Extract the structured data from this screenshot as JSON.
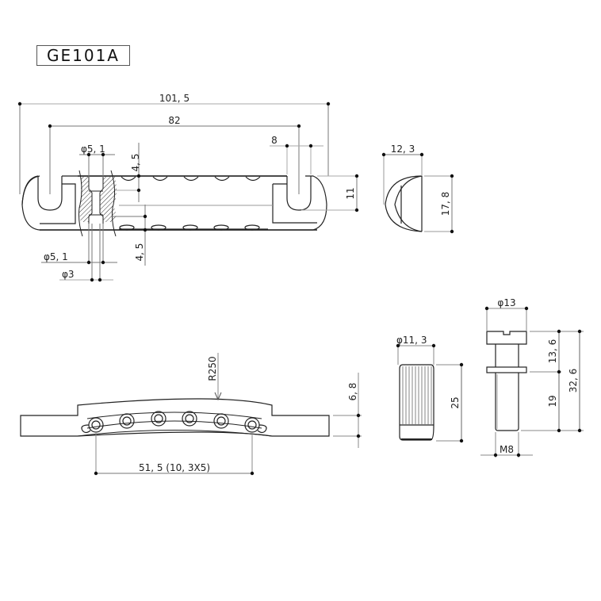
{
  "title": "GE101A",
  "top_view": {
    "overall_length": "101, 5",
    "stud_spacing": "82",
    "slot_width": "8",
    "slot_depth": "11",
    "hole_top_dia": "φ5, 1",
    "hole_bottom_dia": "φ5, 1",
    "hole_thru_dia": "φ3",
    "upper_offset": "4, 5",
    "lower_offset": "4, 5"
  },
  "end_view": {
    "width": "12, 3",
    "height": "17, 8"
  },
  "front_view": {
    "radius": "R250",
    "height": "6, 8",
    "saddle_spacing": "51, 5 (10, 3X5)"
  },
  "thumbwheel": {
    "diameter": "φ11, 3",
    "length": "25"
  },
  "stud": {
    "head_diameter": "φ13",
    "head_height": "13, 6",
    "thread_length": "19",
    "overall_length": "32, 6",
    "thread": "M8"
  }
}
